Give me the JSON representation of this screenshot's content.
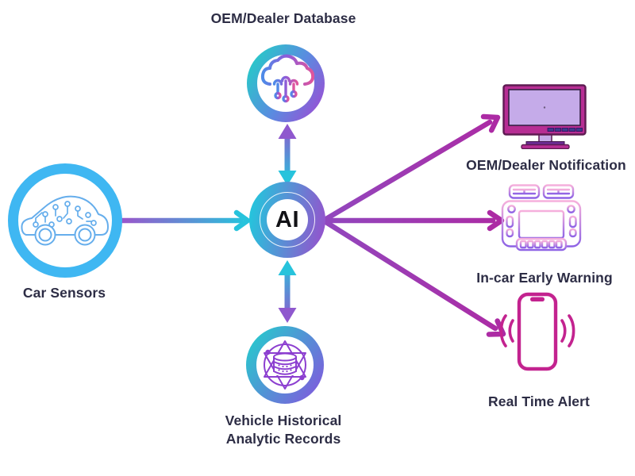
{
  "diagram": {
    "background": "#FFFFFF",
    "nodes": {
      "car_sensors": {
        "label": "Car Sensors",
        "icon": "car-circuit-icon"
      },
      "oem_database": {
        "label": "OEM/Dealer Database",
        "icon": "cloud-computing-icon"
      },
      "ai_core": {
        "label": "AI",
        "icon": "ai-gradient-circle"
      },
      "vehicle_records": {
        "label_line1": "Vehicle Historical",
        "label_line2": "Analytic Records",
        "icon": "database-network-icon"
      },
      "oem_notification": {
        "label": "OEM/Dealer Notification",
        "icon": "monitor-icon"
      },
      "in_car_warning": {
        "label": "In-car Early Warning",
        "icon": "car-dashboard-icon"
      },
      "real_time_alert": {
        "label": "Real Time Alert",
        "icon": "phone-vibrate-icon"
      }
    },
    "edges": [
      {
        "from": "Car Sensors",
        "to": "AI",
        "type": "one-way"
      },
      {
        "from": "OEM/Dealer Database",
        "to": "AI",
        "type": "two-way"
      },
      {
        "from": "Vehicle Historical Analytic Records",
        "to": "AI",
        "type": "two-way"
      },
      {
        "from": "AI",
        "to": "OEM/Dealer Notification",
        "type": "one-way"
      },
      {
        "from": "AI",
        "to": "In-car Early Warning",
        "type": "one-way"
      },
      {
        "from": "AI",
        "to": "Real Time Alert",
        "type": "one-way"
      }
    ],
    "colors": {
      "cyan": "#27C3DC",
      "purple": "#8F58CE",
      "magenta_arrow": "#AC2BA4",
      "light_blue_ring": "#3FB7F2",
      "car_lineart": "#66AEEC",
      "monitor_magenta": "#B72E94",
      "screen_lavender": "#C5ABE9",
      "phone_magenta": "#C3238F",
      "dashboard_pink": "#F6B0DC",
      "dashboard_purple": "#8D62E5",
      "records_purple": "#8C3FD0",
      "text": "#2D2D45"
    }
  }
}
